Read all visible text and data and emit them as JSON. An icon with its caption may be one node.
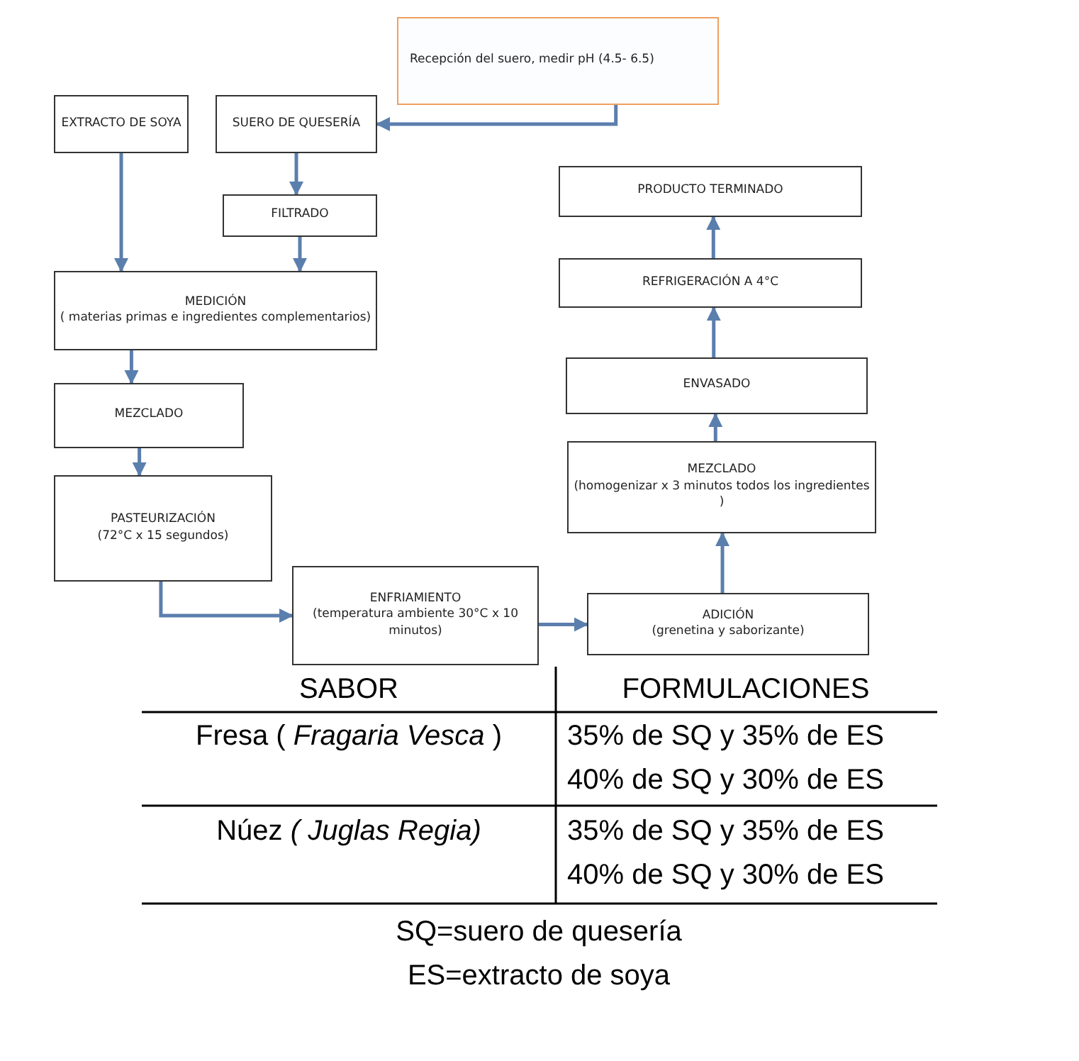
{
  "diagram": {
    "nodes": [
      {
        "text": [
          "Recepción del suero, medir pH (4.5- 6.5)"
        ]
      },
      {
        "text": [
          "EXTRACTO DE SOYA"
        ]
      },
      {
        "text": [
          "SUERO DE QUESERÍA"
        ]
      },
      {
        "text": [
          "FILTRADO"
        ]
      },
      {
        "text": [
          "MEDICIÓN",
          "( materias primas e ingredientes complementarios)"
        ]
      },
      {
        "text": [
          "MEZCLADO"
        ]
      },
      {
        "text": [
          "PASTEURIZACIÓN",
          "(72°C x 15 segundos)"
        ]
      },
      {
        "text": [
          "ENFRIAMIENTO",
          "(temperatura ambiente 30°C x 10 minutos)"
        ]
      },
      {
        "text": [
          "ADICIÓN",
          "(grenetina y saborizante)"
        ]
      },
      {
        "text": [
          "MEZCLADO",
          "(homogenizar x 3 minutos todos los ingredientes )"
        ]
      },
      {
        "text": [
          "ENVASADO"
        ]
      },
      {
        "text": [
          "REFRIGERACIÓN A 4°C"
        ]
      },
      {
        "text": [
          "PRODUCTO TERMINADO"
        ]
      }
    ],
    "edges": [
      {
        "from": 0,
        "to": 2,
        "arrow": "to"
      },
      {
        "from": 1,
        "to": 4,
        "arrow": "to"
      },
      {
        "from": 2,
        "to": 3,
        "arrow": "to"
      },
      {
        "from": 3,
        "to": 4,
        "arrow": "to"
      },
      {
        "from": 4,
        "to": 5,
        "arrow": "to"
      },
      {
        "from": 5,
        "to": 6,
        "arrow": "to"
      },
      {
        "from": 6,
        "to": 7,
        "arrow": "to"
      },
      {
        "from": 7,
        "to": 8,
        "arrow": "to"
      },
      {
        "from": 8,
        "to": 9,
        "arrow": "to"
      },
      {
        "from": 9,
        "to": 10,
        "arrow": "to"
      },
      {
        "from": 10,
        "to": 11,
        "arrow": "to"
      },
      {
        "from": 11,
        "to": 12,
        "arrow": "to"
      }
    ],
    "labels": [
      "SABOR",
      "FORMULACIONES",
      "Fresa ( *Fragaria Vesca* )",
      "35% de SQ y 35% de ES",
      "40% de SQ y 30% de ES",
      "Núez *( Juglas Regia)*",
      "35% de SQ y 35% de ES",
      "40% de SQ y 30% de ES",
      "SQ=suero de quesería",
      "ES=extracto de soya"
    ]
  }
}
